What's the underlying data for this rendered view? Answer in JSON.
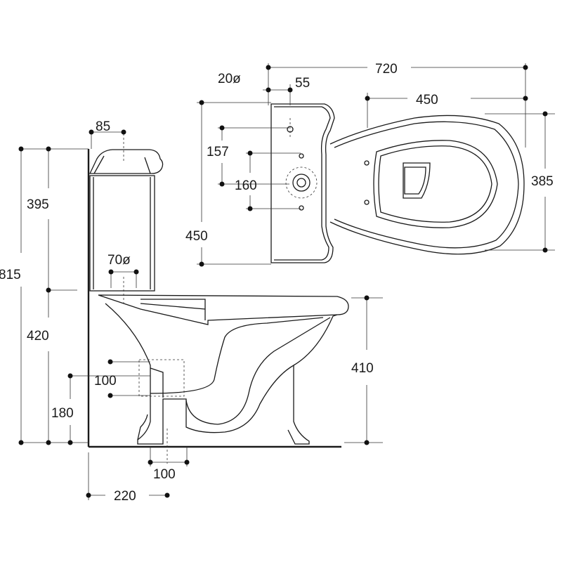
{
  "dimensions": {
    "overall_height": "815",
    "cistern_height": "395",
    "pan_height": "420",
    "outlet_height": "180",
    "cistern_depth": "85",
    "inlet_diameter": "70ø",
    "outlet_gap": "100",
    "outlet_diameter": "100",
    "wall_to_outlet": "220",
    "rim_height": "410",
    "overall_length": "720",
    "hole_diameter": "20ø",
    "hole_offset": "55",
    "seat_length": "450",
    "seat_width": "385",
    "hole_spacing_a": "157",
    "hole_spacing_b": "160",
    "cistern_width": "450"
  }
}
